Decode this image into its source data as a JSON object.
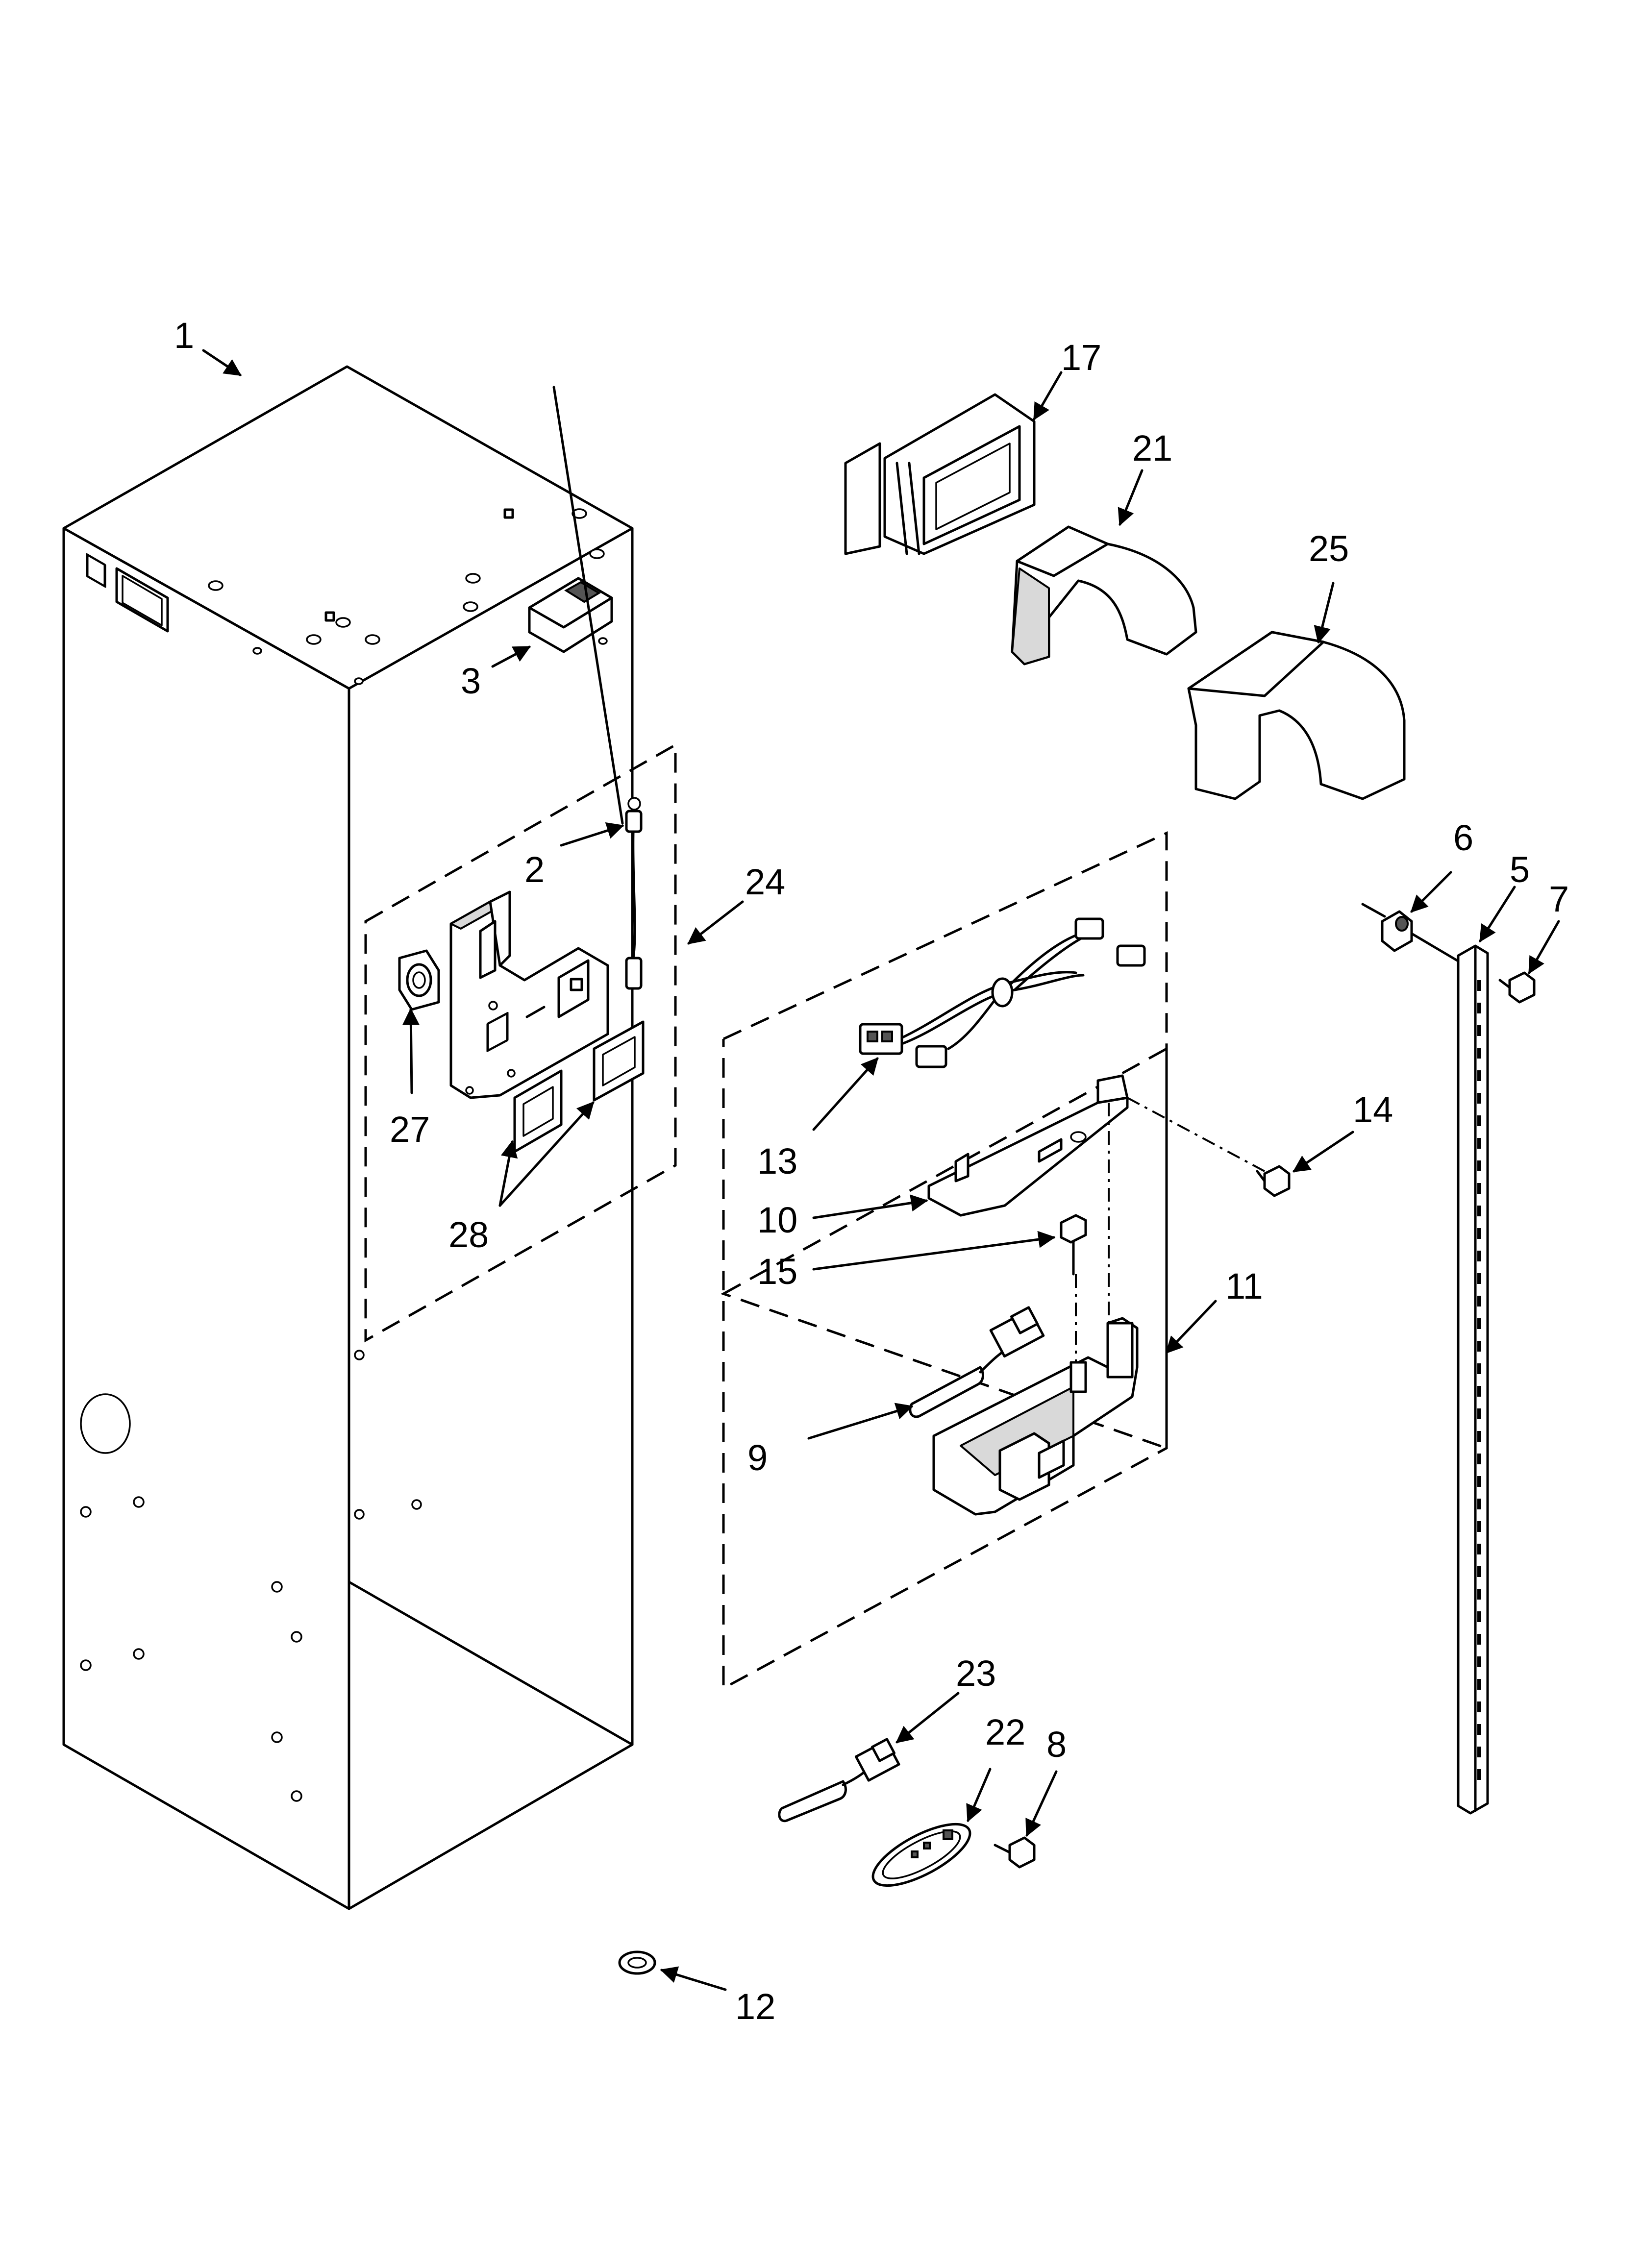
{
  "callouts": [
    {
      "id": "1",
      "label": "1"
    },
    {
      "id": "2",
      "label": "2"
    },
    {
      "id": "3",
      "label": "3"
    },
    {
      "id": "5",
      "label": "5"
    },
    {
      "id": "6",
      "label": "6"
    },
    {
      "id": "7",
      "label": "7"
    },
    {
      "id": "8",
      "label": "8"
    },
    {
      "id": "9",
      "label": "9"
    },
    {
      "id": "10",
      "label": "10"
    },
    {
      "id": "11",
      "label": "11"
    },
    {
      "id": "12",
      "label": "12"
    },
    {
      "id": "13",
      "label": "13"
    },
    {
      "id": "14",
      "label": "14"
    },
    {
      "id": "15",
      "label": "15"
    },
    {
      "id": "17",
      "label": "17"
    },
    {
      "id": "21",
      "label": "21"
    },
    {
      "id": "22",
      "label": "22"
    },
    {
      "id": "23",
      "label": "23"
    },
    {
      "id": "24",
      "label": "24"
    },
    {
      "id": "25",
      "label": "25"
    },
    {
      "id": "27",
      "label": "27"
    },
    {
      "id": "28",
      "label": "28"
    }
  ]
}
